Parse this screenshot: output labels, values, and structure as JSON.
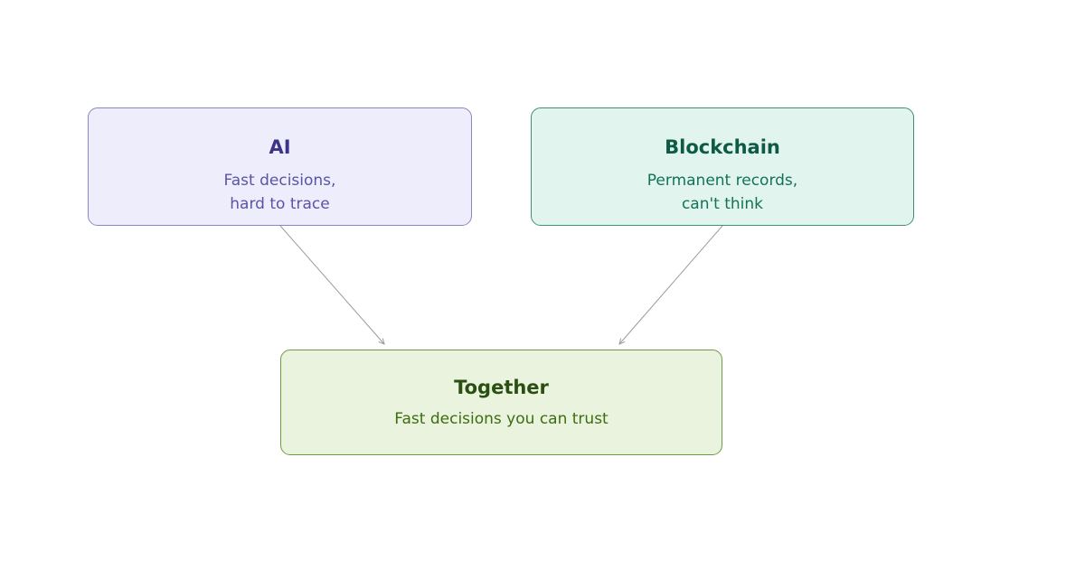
{
  "diagram": {
    "nodes": {
      "ai": {
        "title": "AI",
        "lines": [
          "Fast decisions,",
          "hard to trace"
        ],
        "fill": "#eeedfc",
        "stroke": "#8a85c6",
        "title_color": "#3c3489",
        "text_color": "#5b54a6"
      },
      "blockchain": {
        "title": "Blockchain",
        "lines": [
          "Permanent records,",
          "can't think"
        ],
        "fill": "#e1f5ee",
        "stroke": "#3f8f73",
        "title_color": "#0f5a45",
        "text_color": "#147258"
      },
      "together": {
        "title": "Together",
        "lines": [
          "Fast decisions you can trust"
        ],
        "fill": "#eaf3de",
        "stroke": "#6f9a45",
        "title_color": "#2a4f12",
        "text_color": "#3b6d11"
      }
    },
    "edges": [
      {
        "from": "ai",
        "to": "together"
      },
      {
        "from": "blockchain",
        "to": "together"
      }
    ],
    "connector_color": "#9b9b9b"
  }
}
